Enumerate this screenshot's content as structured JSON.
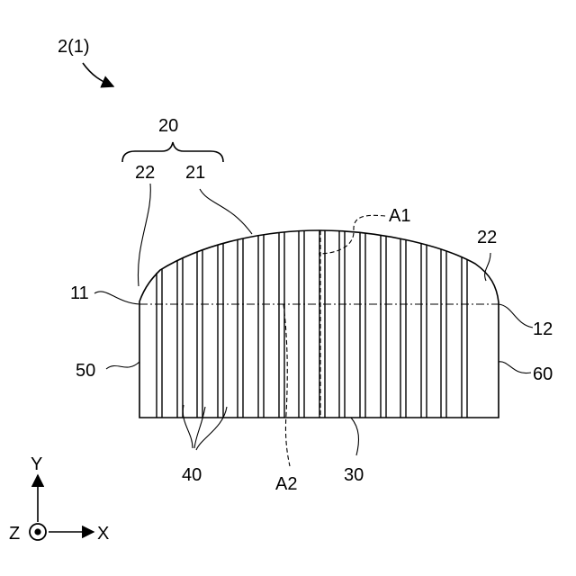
{
  "figure_ref": "2(1)",
  "labels": {
    "group_20": "20",
    "l22_left": "22",
    "l21": "21",
    "lA1": "A1",
    "l22_right": "22",
    "l11": "11",
    "l12": "12",
    "l50": "50",
    "l60": "60",
    "l40": "40",
    "lA2": "A2",
    "l30": "30"
  },
  "axes": {
    "y": "Y",
    "x": "X",
    "z": "Z"
  }
}
